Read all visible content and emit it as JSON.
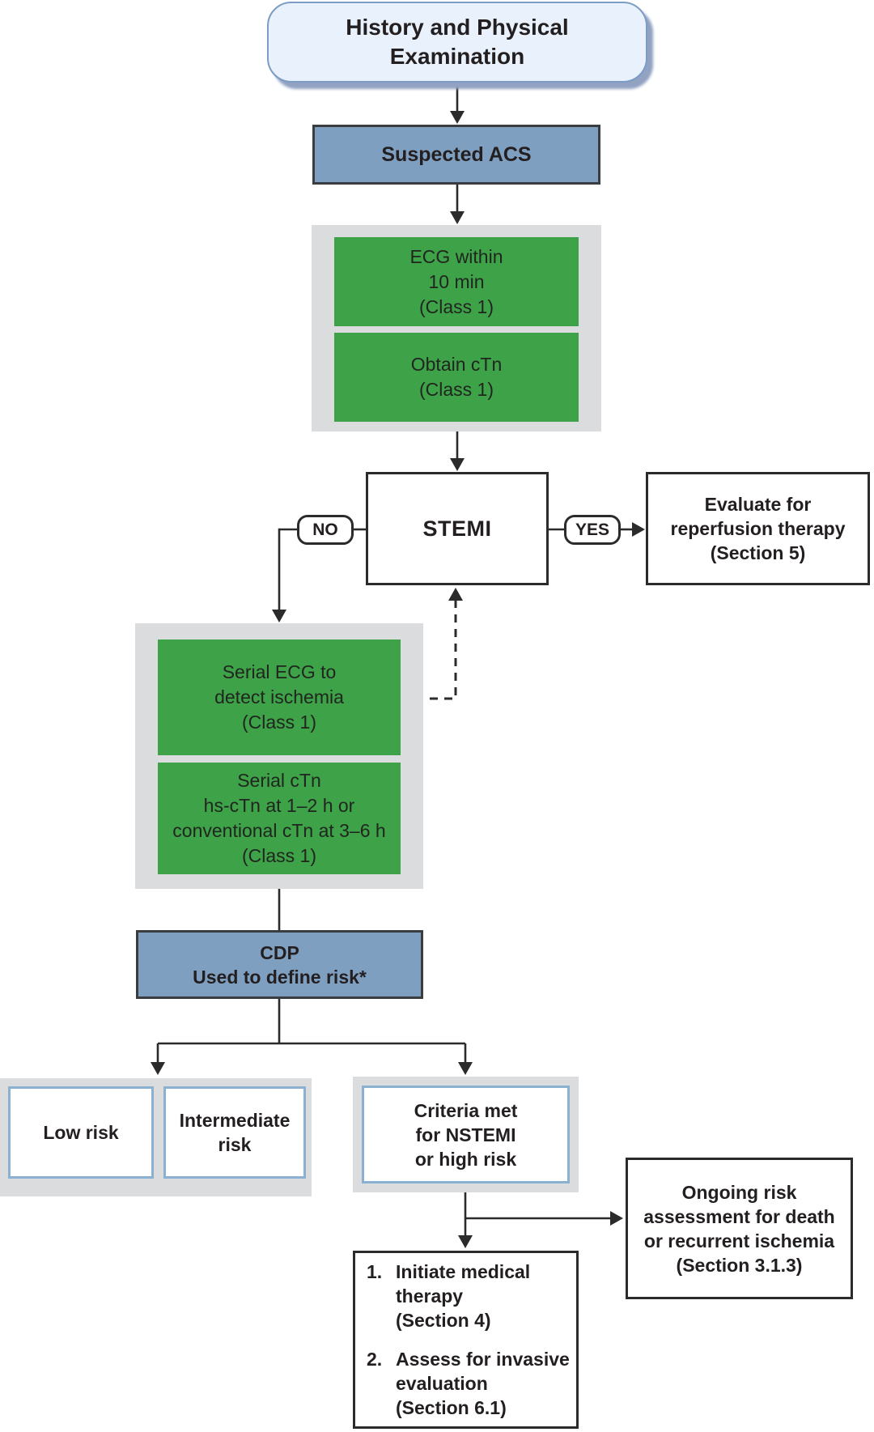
{
  "diagram": {
    "type": "clinical-flowchart",
    "colors": {
      "start_fill": "#e9f2fc",
      "start_border": "#7b9cc4",
      "start_shadow": "#91a2c3",
      "blue_node_fill": "#7f9fc1",
      "green_node_fill": "#3ea248",
      "gray_container_fill": "#dadcde",
      "risk_box_border": "#8ab0d2",
      "line_color": "#2b2b2b",
      "text_color": "#231f20"
    }
  },
  "nodes": {
    "history": {
      "lines": [
        "History and Physical",
        "Examination"
      ]
    },
    "suspected_acs": {
      "label": "Suspected ACS"
    },
    "ecg": {
      "lines": [
        "ECG within",
        "10 min",
        "(Class 1)"
      ]
    },
    "obtain_ctn": {
      "lines": [
        "Obtain cTn",
        "(Class 1)"
      ]
    },
    "stemi": {
      "label": "STEMI"
    },
    "evaluate": {
      "lines": [
        "Evaluate for",
        "reperfusion therapy",
        "(Section 5)"
      ]
    },
    "serial_ecg": {
      "lines": [
        "Serial ECG to",
        "detect ischemia",
        "(Class 1)"
      ]
    },
    "serial_ctn": {
      "lines": [
        "Serial cTn",
        "hs-cTn at 1–2 h or",
        "conventional cTn at 3–6 h",
        "(Class 1)"
      ]
    },
    "cdp": {
      "lines": [
        "CDP",
        "Used to define risk*"
      ]
    },
    "low_risk": {
      "label": "Low risk"
    },
    "intermediate_risk": {
      "lines": [
        "Intermediate",
        "risk"
      ]
    },
    "criteria": {
      "lines": [
        "Criteria met",
        "for NSTEMI",
        "or high risk"
      ]
    },
    "ongoing": {
      "lines": [
        "Ongoing risk",
        "assessment for death",
        "or recurrent ischemia",
        "(Section 3.1.3)"
      ]
    },
    "initiate": {
      "items": [
        {
          "num": "1.",
          "lines": [
            "Initiate medical",
            "therapy",
            "(Section 4)"
          ]
        },
        {
          "num": "2.",
          "lines": [
            "Assess for invasive",
            "evaluation",
            "(Section 6.1)"
          ]
        }
      ]
    }
  },
  "connector_labels": {
    "no": "NO",
    "yes": "YES"
  }
}
